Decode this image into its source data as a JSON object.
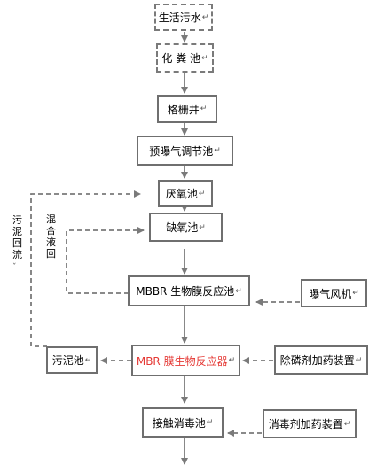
{
  "colors": {
    "line": "#7a7a7a",
    "highlight": "#e53935"
  },
  "nodes": {
    "domestic_sewage": "生活污水",
    "septic_tank": "化 粪 池",
    "screen_well": "格栅井",
    "pre_aeration_tank": "预曝气调节池",
    "anaerobic_tank": "厌氧池",
    "anoxic_tank": "缺氧池",
    "mbbr_tank": "MBBR 生物膜反应池",
    "aeration_blower": "曝气风机",
    "sludge_tank": "污泥池",
    "mbr_reactor": "MBR 膜生物反应器",
    "phosphorus_dosing": "除磷剂加药装置",
    "contact_disinfection_tank": "接触消毒池",
    "disinfectant_dosing": "消毒剂加药装置"
  },
  "labels": {
    "sludge_return": "污泥回流",
    "mixed_liquor_return": "混合液回"
  },
  "marks": {
    "paragraph": "↵",
    "small": "ˇ"
  }
}
